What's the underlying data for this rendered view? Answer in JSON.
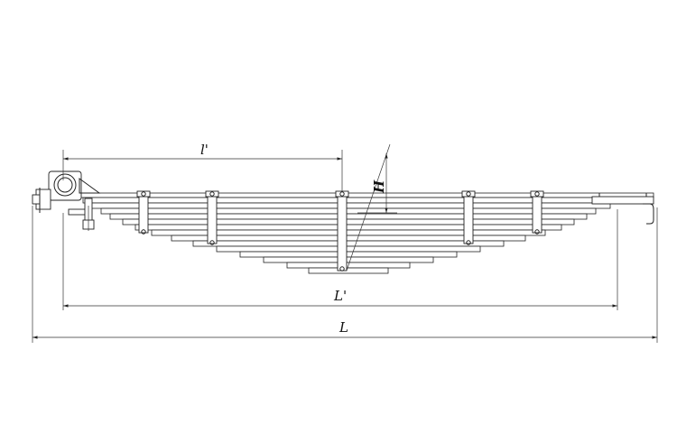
{
  "labels": {
    "l_prime": "l'",
    "H": "H",
    "L_prime": "L'",
    "L": "L"
  }
}
